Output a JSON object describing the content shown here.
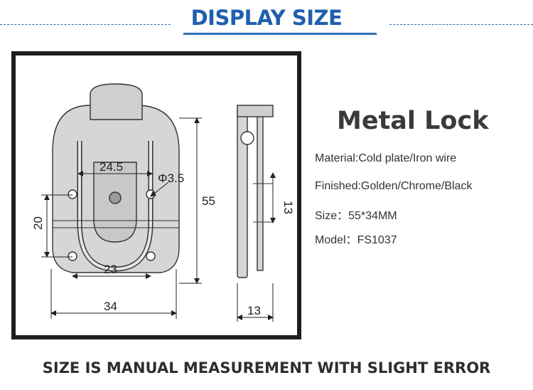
{
  "header": {
    "title": "DISPLAY SIZE"
  },
  "product": {
    "name": "Metal Lock",
    "specs": [
      "Material:Cold plate/Iron wire",
      "Finished:Golden/Chrome/Black",
      "Size：55*34MM",
      "Model：FS1037"
    ]
  },
  "drawing": {
    "dim_width_top": "24.5",
    "dim_hole": "Φ3.5",
    "dim_height": "55",
    "dim_hole_spacing_v": "20",
    "dim_hole_spacing_h": "23",
    "dim_width": "34",
    "dim_side_height": "13",
    "dim_side_depth": "13"
  },
  "footer": {
    "note": "SIZE IS MANUAL MEASUREMENT WITH SLIGHT ERROR"
  }
}
